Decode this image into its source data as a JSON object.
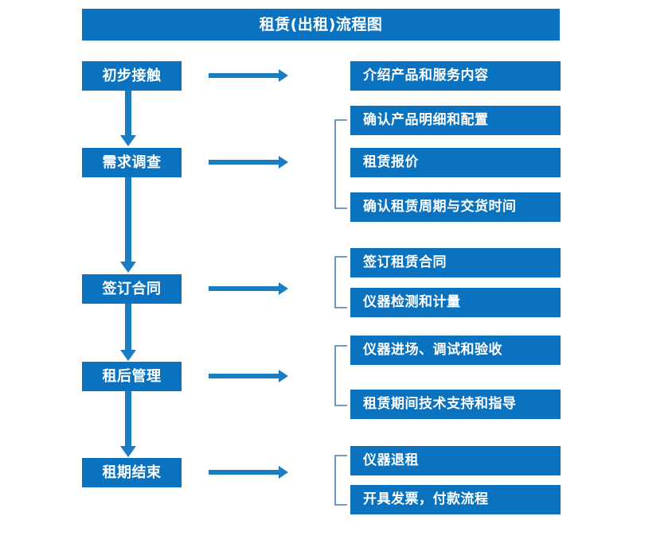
{
  "title": "租赁(出租)流程图",
  "colors": {
    "box_fill": "#0b72c0",
    "box_text": "#ffffff",
    "arrow": "#1a7dc4",
    "bracket": "#4a7fae",
    "background": "#ffffff"
  },
  "stages": [
    {
      "label": "初步接触"
    },
    {
      "label": "需求调查"
    },
    {
      "label": "签订合同"
    },
    {
      "label": "租后管理"
    },
    {
      "label": "租期结束"
    }
  ],
  "details": [
    {
      "label": "介绍产品和服务内容"
    },
    {
      "label": "确认产品明细和配置"
    },
    {
      "label": "租赁报价"
    },
    {
      "label": "确认租赁周期与交货时间"
    },
    {
      "label": "签订租赁合同"
    },
    {
      "label": "仪器检测和计量"
    },
    {
      "label": "仪器进场、调试和验收"
    },
    {
      "label": "租赁期间技术支持和指导"
    },
    {
      "label": "仪器退租"
    },
    {
      "label": "开具发票，付款流程"
    }
  ]
}
